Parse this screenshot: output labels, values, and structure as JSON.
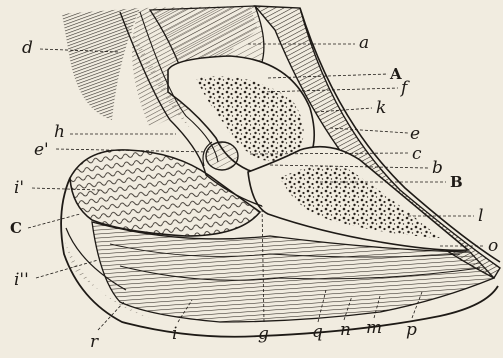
{
  "figure": {
    "labels": {
      "a": "a",
      "d": "d",
      "A": "A",
      "f": "f",
      "k": "k",
      "e": "e",
      "h": "h",
      "e_prime": "e'",
      "c": "c",
      "b": "b",
      "i_prime": "i'",
      "B": "B",
      "C": "C",
      "l": "l",
      "o": "o",
      "i_double_prime": "i''",
      "r": "r",
      "i": "i",
      "g": "g",
      "q": "q",
      "n": "n",
      "m": "m",
      "p": "p"
    },
    "colors": {
      "paper": "#f1ece0",
      "ink": "#1e1a16"
    }
  }
}
